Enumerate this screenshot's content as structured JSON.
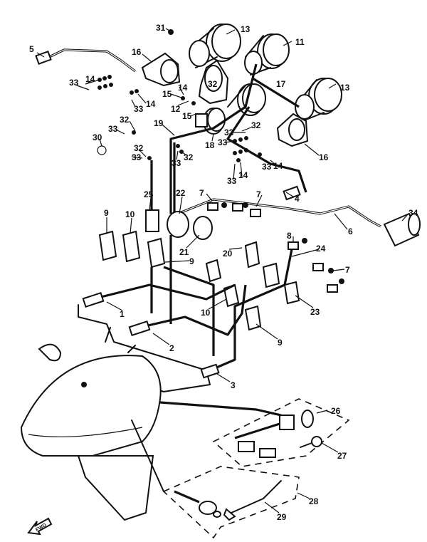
{
  "diagram": {
    "type": "exploded parts diagram",
    "callouts": [
      "1",
      "2",
      "3",
      "4",
      "5",
      "6",
      "7",
      "7",
      "7",
      "8",
      "9",
      "9",
      "9",
      "10",
      "10",
      "11",
      "12",
      "13",
      "13",
      "14",
      "14",
      "14",
      "14",
      "14",
      "15",
      "15",
      "16",
      "16",
      "17",
      "18",
      "19",
      "20",
      "21",
      "22",
      "23",
      "24",
      "25",
      "26",
      "27",
      "28",
      "29",
      "30",
      "31",
      "32",
      "32",
      "32",
      "32",
      "32",
      "33",
      "33",
      "33",
      "33",
      "33",
      "33",
      "33",
      "33",
      "33",
      "34"
    ],
    "fwd_marker": "FWD"
  }
}
